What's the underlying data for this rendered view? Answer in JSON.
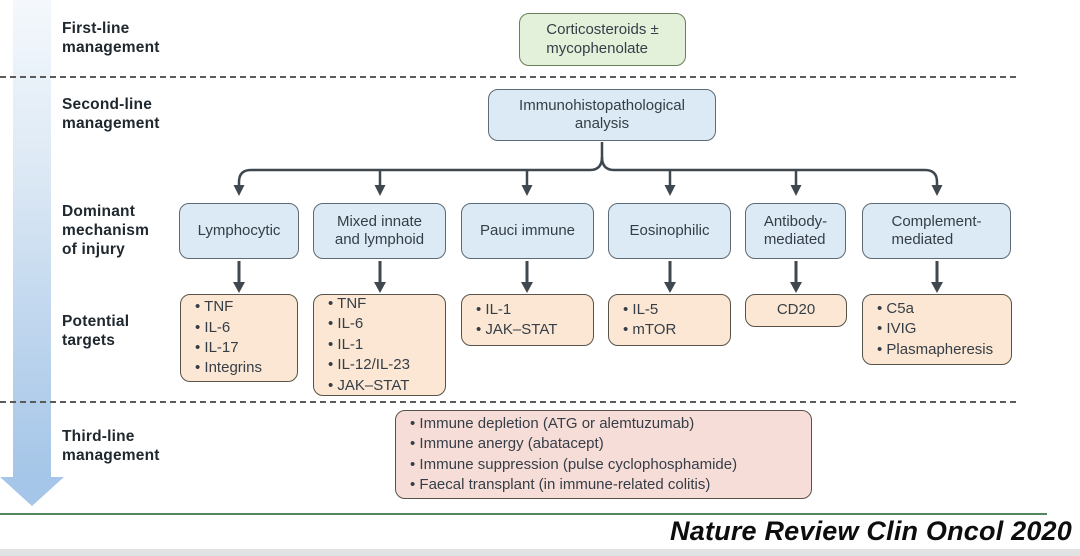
{
  "row_labels": {
    "first_line": "First-line\nmanagement",
    "second_line": "Second-line\nmanagement",
    "dominant_mechanism": "Dominant\nmechanism\nof injury",
    "potential_targets": "Potential\ntargets",
    "third_line": "Third-line\nmanagement"
  },
  "first_line_box": {
    "label": "Corticosteroids ±\nmycophenolate"
  },
  "second_line_box": {
    "label": "Immunohistopathological\nanalysis"
  },
  "mechanisms": [
    {
      "name": "Lymphocytic",
      "targets": [
        "TNF",
        "IL-6",
        "IL-17",
        "Integrins"
      ]
    },
    {
      "name": "Mixed innate\nand lymphoid",
      "targets": [
        "TNF",
        "IL-6",
        "IL-1",
        "IL-12/IL-23",
        "JAK–STAT"
      ]
    },
    {
      "name": "Pauci immune",
      "targets": [
        "IL-1",
        "JAK–STAT"
      ]
    },
    {
      "name": "Eosinophilic",
      "targets": [
        "IL-5",
        "mTOR"
      ]
    },
    {
      "name": "Antibody-\nmediated",
      "targets": [
        "CD20"
      ]
    },
    {
      "name": "Complement-\nmediated",
      "targets": [
        "C5a",
        "IVIG",
        "Plasmapheresis"
      ]
    }
  ],
  "third_line_box": {
    "items": [
      "Immune depletion (ATG or alemtuzumab)",
      "Immune anergy (abatacept)",
      "Immune suppression (pulse cyclophosphamide)",
      "Faecal transplant (in immune-related colitis)"
    ]
  },
  "attribution": "Nature Review Clin Oncol 2020",
  "colors": {
    "first_line_fill": "#e3f0da",
    "mechanism_fill": "#dbeaf4",
    "target_fill": "#fbe7d3",
    "third_line_fill": "#f7ddd8",
    "divider_green": "#55875f",
    "timeline_arrow": "#a5c6e8"
  }
}
